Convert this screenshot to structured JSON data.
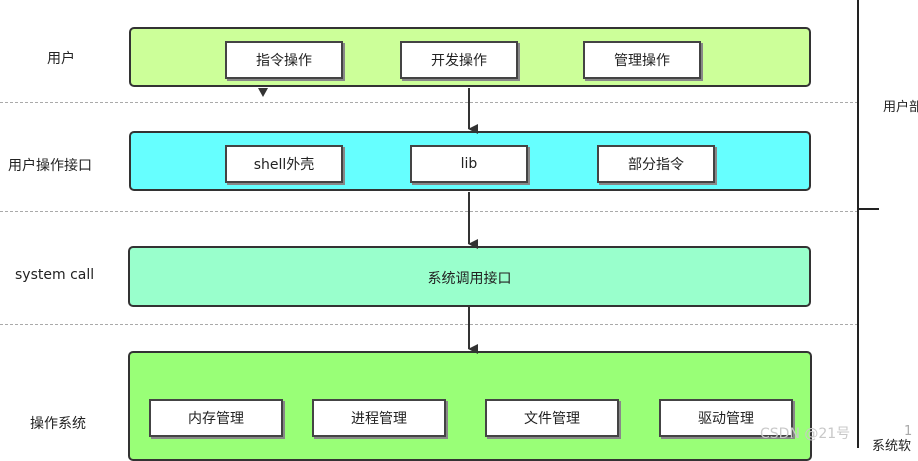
{
  "layers": [
    {
      "label": "用户",
      "nodes": [
        "指令操作",
        "开发操作",
        "管理操作"
      ]
    },
    {
      "label": "用户操作接口",
      "nodes": [
        "shell外壳",
        "lib",
        "部分指令"
      ]
    },
    {
      "label": "system call",
      "center": "系统调用接口"
    },
    {
      "label": "操作系统",
      "nodes": [
        "内存管理",
        "进程管理",
        "文件管理",
        "驱动管理"
      ]
    }
  ],
  "side": {
    "top_label": "用户部",
    "bottom_label": "系统软",
    "bottom_number": "1"
  },
  "watermark": "CSDN @21号",
  "colors": {
    "user": "#ccff99",
    "interface": "#66ffff",
    "syscall": "#99ffcc",
    "os": "#99ff77"
  }
}
